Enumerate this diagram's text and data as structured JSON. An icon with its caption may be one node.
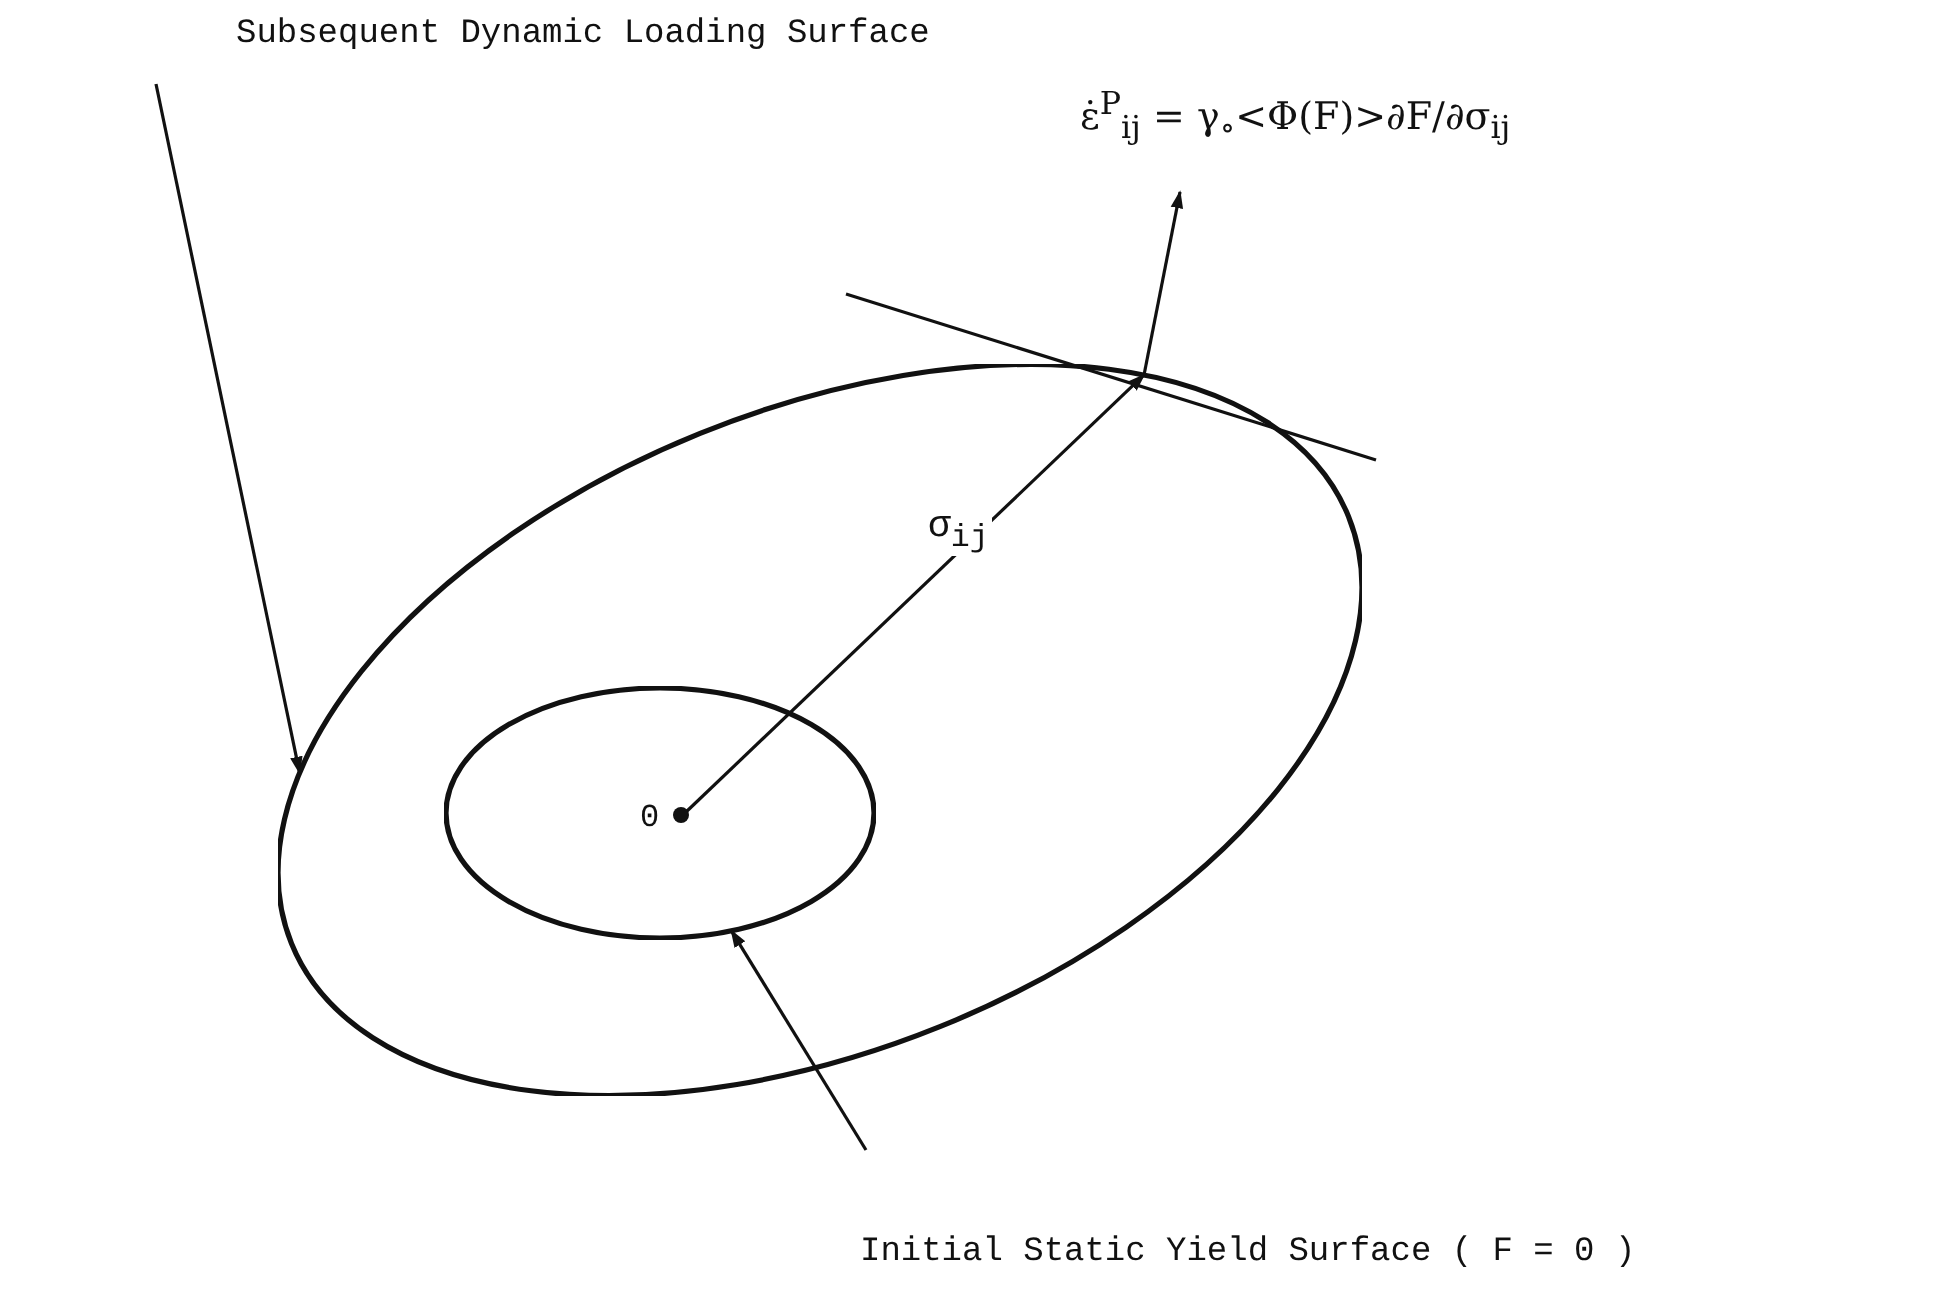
{
  "diagram": {
    "nodes": [
      {
        "text": [
          "Subsequent Dynamic Loading Surface"
        ]
      },
      {
        "text": [
          "ε̇$^{P}$$_{ij}$ = γ$_{∘}$<Φ(F)>∂F/∂σ$_{ij}$"
        ]
      },
      {
        "text": [],
        "shape": "ellipse"
      },
      {
        "text": [],
        "shape": "ellipse",
        "in": 2
      },
      {
        "text": [
          "0"
        ],
        "in": 3
      },
      {
        "text": [
          "Initial Static Yield Surface ( F = 0 )"
        ]
      }
    ],
    "edges": [
      {
        "from": 0,
        "to": 2,
        "arrow": "to"
      },
      {
        "from": 4,
        "to": 2,
        "arrow": "to",
        "label": "σ$_{ij}$"
      },
      {
        "from": 2,
        "to": 1,
        "arrow": "to"
      },
      {
        "from": 5,
        "to": 3,
        "arrow": "to"
      }
    ]
  }
}
